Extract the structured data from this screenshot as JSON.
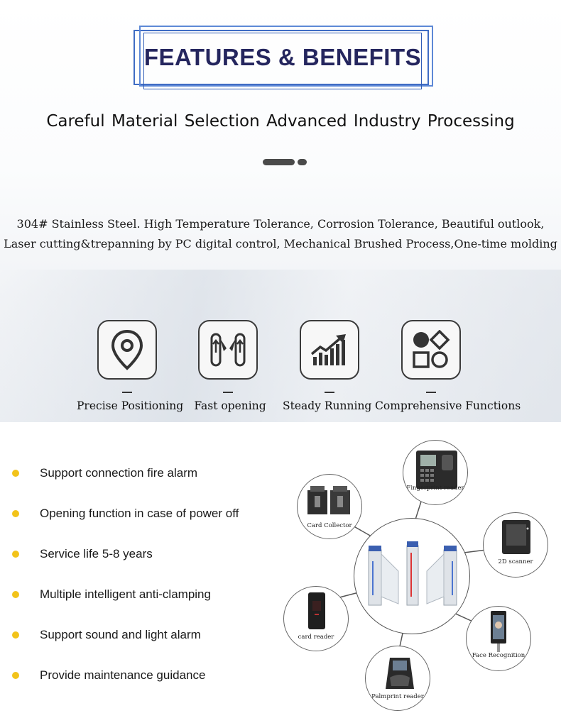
{
  "banner": {
    "title": "FEATURES & BENEFITS"
  },
  "headline": "Careful Material Selection   Advanced Industry Processing",
  "description": {
    "line1": "304# Stainless Steel.  High Temperature Tolerance, Corrosion Tolerance, Beautiful outlook,",
    "line2": "Laser cutting&trepanning by PC digital control, Mechanical Brushed Process,One-time molding"
  },
  "features": [
    {
      "label": "Precise Positioning",
      "icon": "location-pin-icon"
    },
    {
      "label": "Fast opening",
      "icon": "swing-gate-icon"
    },
    {
      "label": "Steady Running",
      "icon": "rising-bar-chart-icon"
    },
    {
      "label": "Comprehensive Functions",
      "icon": "shapes-icon"
    }
  ],
  "bullets": [
    "Support connection fire alarm",
    "Opening function in case of power off",
    "Service life 5-8 years",
    "Multiple intelligent anti-clamping",
    "Support sound and light alarm",
    "Provide maintenance guidance"
  ],
  "diagram": {
    "nodes": {
      "fingerprint": "Fingerprint reader",
      "card_collector": "Card Collector",
      "scanner": "2D scanner",
      "card_reader": "card reader",
      "face": "Face Recognition",
      "palmprint": "Palmprint reader"
    }
  },
  "colors": {
    "accent_blue": "#3f6cc4",
    "title_navy": "#25265e",
    "bullet_yellow": "#f2c31a"
  }
}
